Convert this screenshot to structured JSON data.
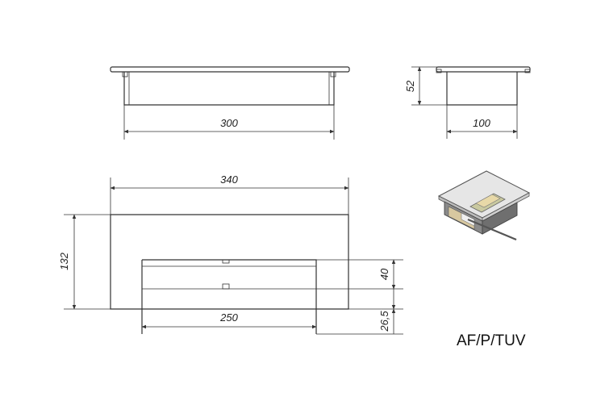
{
  "drawing": {
    "model_label": "AF/P/TUV",
    "dimensions": {
      "front_width": "300",
      "side_height": "52",
      "side_depth": "100",
      "top_overall_width": "340",
      "top_overall_height": "132",
      "insert_height": "40",
      "insert_width": "250",
      "insert_offset": "26,5"
    }
  }
}
